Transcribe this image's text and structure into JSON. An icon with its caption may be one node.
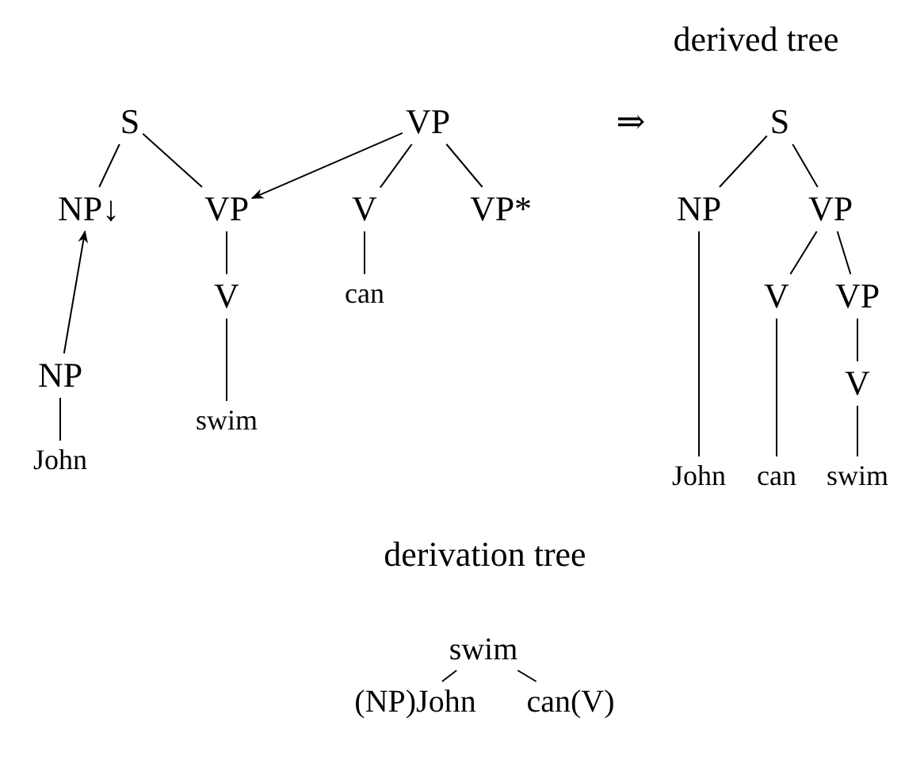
{
  "diagram": {
    "nodes": [
      {
        "text": [
          "S"
        ]
      },
      {
        "text": [
          "NP↓"
        ]
      },
      {
        "text": [
          "VP"
        ]
      },
      {
        "text": [
          "V"
        ]
      },
      {
        "text": [
          "swim"
        ]
      },
      {
        "text": [
          "NP"
        ]
      },
      {
        "text": [
          "John"
        ]
      },
      {
        "text": [
          "VP"
        ]
      },
      {
        "text": [
          "V"
        ]
      },
      {
        "text": [
          "VP*"
        ]
      },
      {
        "text": [
          "can"
        ]
      },
      {
        "text": [
          "S"
        ]
      },
      {
        "text": [
          "NP"
        ]
      },
      {
        "text": [
          "VP"
        ]
      },
      {
        "text": [
          "V"
        ]
      },
      {
        "text": [
          "VP"
        ]
      },
      {
        "text": [
          "V"
        ]
      },
      {
        "text": [
          "John"
        ]
      },
      {
        "text": [
          "can"
        ]
      },
      {
        "text": [
          "swim"
        ]
      },
      {
        "text": [
          "swim"
        ]
      },
      {
        "text": [
          "(NP)John"
        ]
      },
      {
        "text": [
          "can(V)"
        ]
      }
    ],
    "edges": [
      {
        "from": 0,
        "to": 1,
        "arrow": "none"
      },
      {
        "from": 0,
        "to": 2,
        "arrow": "none"
      },
      {
        "from": 2,
        "to": 3,
        "arrow": "none"
      },
      {
        "from": 3,
        "to": 4,
        "arrow": "none"
      },
      {
        "from": 5,
        "to": 6,
        "arrow": "none"
      },
      {
        "from": 5,
        "to": 1,
        "arrow": "to"
      },
      {
        "from": 7,
        "to": 8,
        "arrow": "none"
      },
      {
        "from": 7,
        "to": 9,
        "arrow": "none"
      },
      {
        "from": 8,
        "to": 10,
        "arrow": "none"
      },
      {
        "from": 7,
        "to": 2,
        "arrow": "to"
      },
      {
        "from": 11,
        "to": 12,
        "arrow": "none"
      },
      {
        "from": 11,
        "to": 13,
        "arrow": "none"
      },
      {
        "from": 13,
        "to": 14,
        "arrow": "none"
      },
      {
        "from": 13,
        "to": 15,
        "arrow": "none"
      },
      {
        "from": 15,
        "to": 16,
        "arrow": "none"
      },
      {
        "from": 12,
        "to": 17,
        "arrow": "none"
      },
      {
        "from": 14,
        "to": 18,
        "arrow": "none"
      },
      {
        "from": 16,
        "to": 19,
        "arrow": "none"
      },
      {
        "from": 20,
        "to": 21,
        "arrow": "none"
      },
      {
        "from": 20,
        "to": 22,
        "arrow": "none"
      }
    ],
    "labels": [
      "derived tree",
      "⇒",
      "derivation tree"
    ]
  }
}
